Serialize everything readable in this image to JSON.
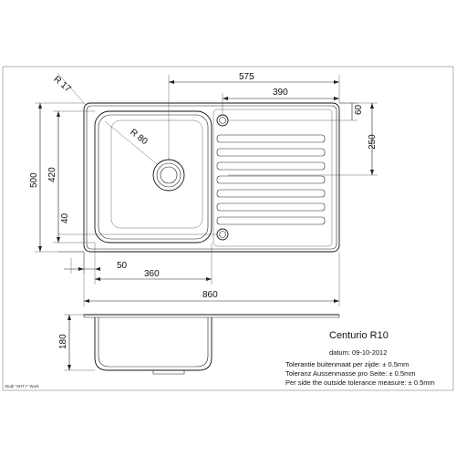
{
  "top_view": {
    "radius_corner": "R 17",
    "radius_bowl": "R 80",
    "width_575": "575",
    "width_390": "390",
    "height_60": "60",
    "height_250": "250",
    "height_500": "500",
    "height_420": "420",
    "height_40": "40",
    "width_50": "50",
    "width_360": "360",
    "width_860": "860"
  },
  "side_view": {
    "depth_180": "180"
  },
  "info": {
    "model": "Centurio R10",
    "date": "datum: 09-10-2012",
    "tolerance_nl": "Tolerantie buitenmaat per zijde:  ± 0.5mm",
    "tolerance_de": "Toleranz Aussenmasse pro Seite: ± 0.5mm",
    "tolerance_en": "Per side the outside tolerance measure:  ± 0.5mm"
  },
  "footer": {
    "studio": "Studi \"SHT I\" Work"
  }
}
